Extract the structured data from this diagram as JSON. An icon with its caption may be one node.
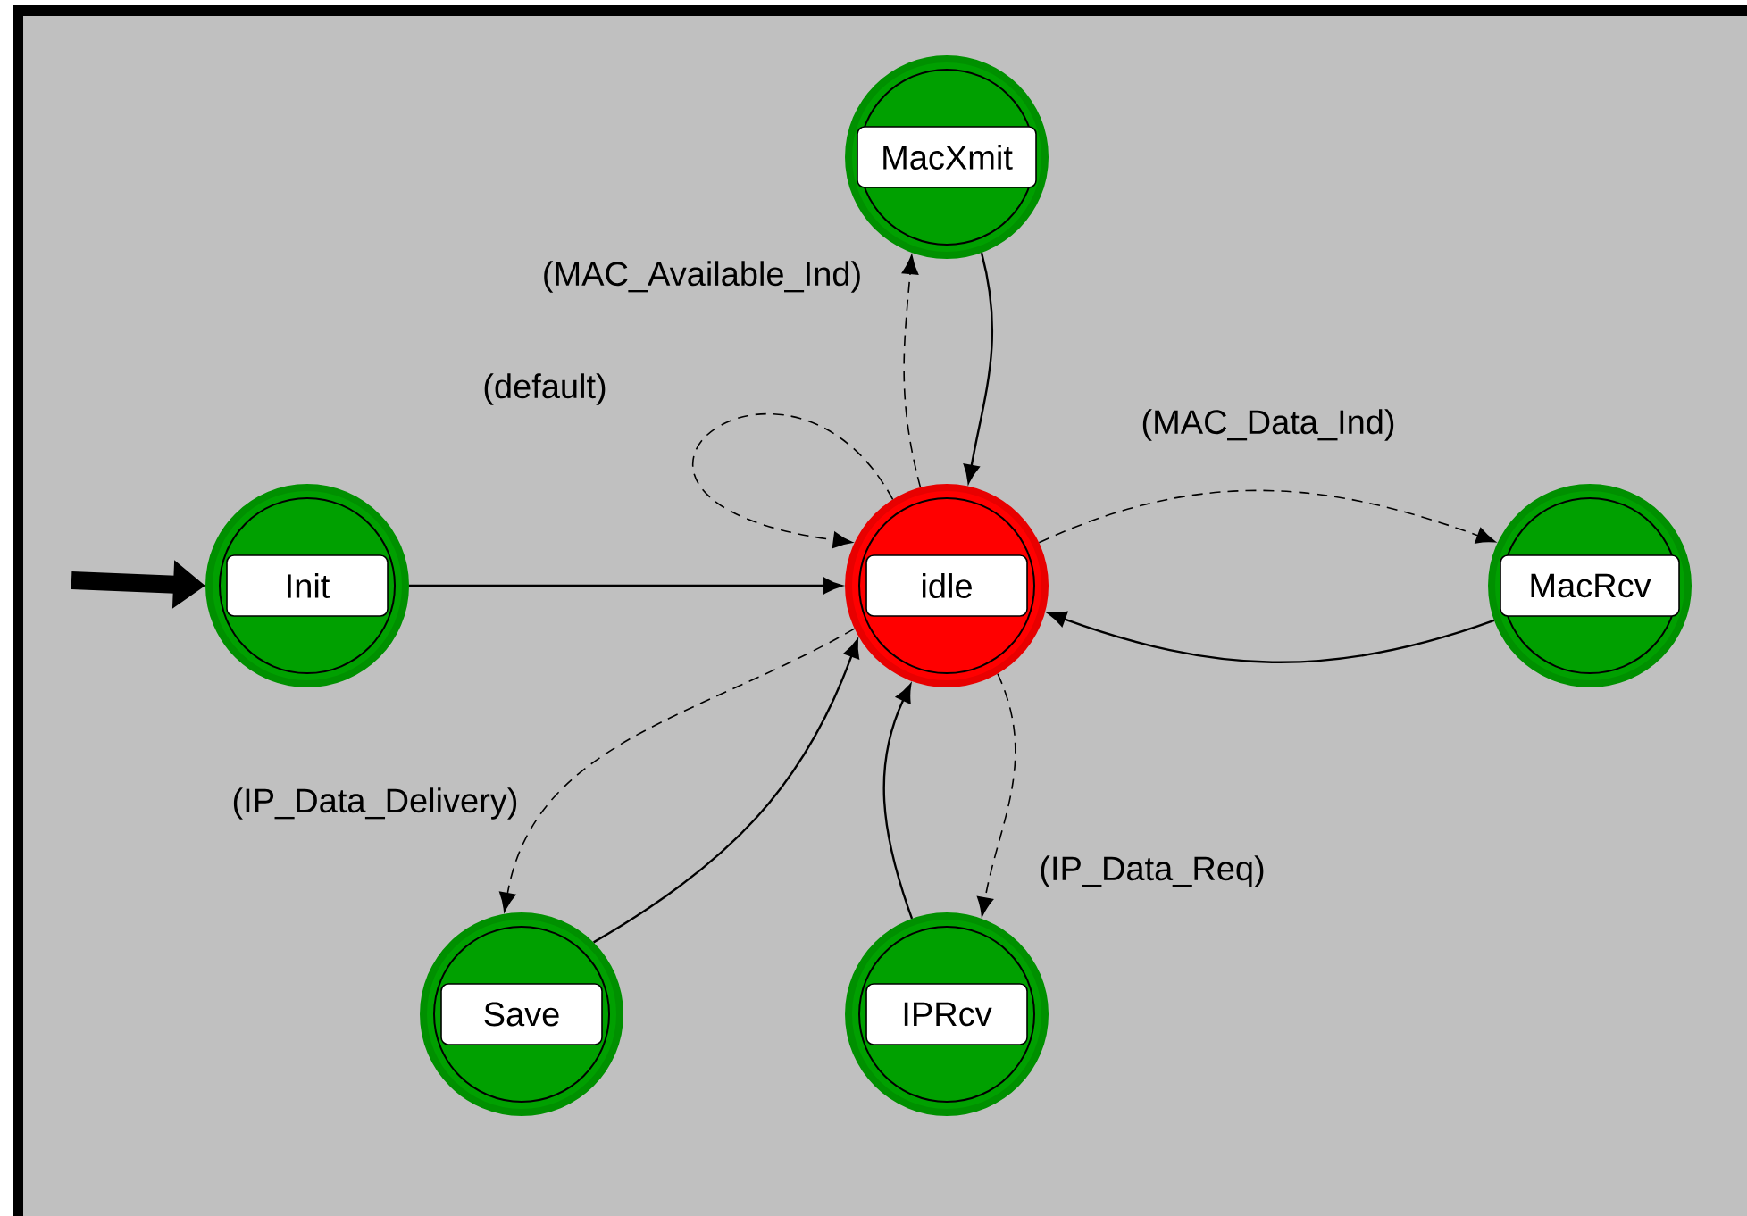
{
  "diagram": {
    "nodes": [
      {
        "text": [
          "MacXmit"
        ]
      },
      {
        "text": [
          "Init"
        ]
      },
      {
        "text": [
          "idle"
        ]
      },
      {
        "text": [
          "MacRcv"
        ]
      },
      {
        "text": [
          "Save"
        ]
      },
      {
        "text": [
          "IPRcv"
        ]
      }
    ],
    "edges": [
      {
        "from": null,
        "to": 1,
        "arrow": "to",
        "style": "thick"
      },
      {
        "from": 1,
        "to": 2,
        "arrow": "to"
      },
      {
        "from": 2,
        "to": 2,
        "arrow": "to",
        "style": "dashed",
        "label": "(default)"
      },
      {
        "from": 2,
        "to": 0,
        "arrow": "to",
        "style": "dashed",
        "label": "(MAC_Available_Ind)"
      },
      {
        "from": 0,
        "to": 2,
        "arrow": "to"
      },
      {
        "from": 2,
        "to": 3,
        "arrow": "to",
        "style": "dashed",
        "label": "(MAC_Data_Ind)"
      },
      {
        "from": 3,
        "to": 2,
        "arrow": "to"
      },
      {
        "from": 2,
        "to": 4,
        "arrow": "to",
        "style": "dashed",
        "label": "(IP_Data_Delivery)"
      },
      {
        "from": 4,
        "to": 2,
        "arrow": "to"
      },
      {
        "from": 2,
        "to": 5,
        "arrow": "to",
        "style": "dashed",
        "label": "(IP_Data_Req)"
      },
      {
        "from": 5,
        "to": 2,
        "arrow": "to"
      }
    ]
  }
}
